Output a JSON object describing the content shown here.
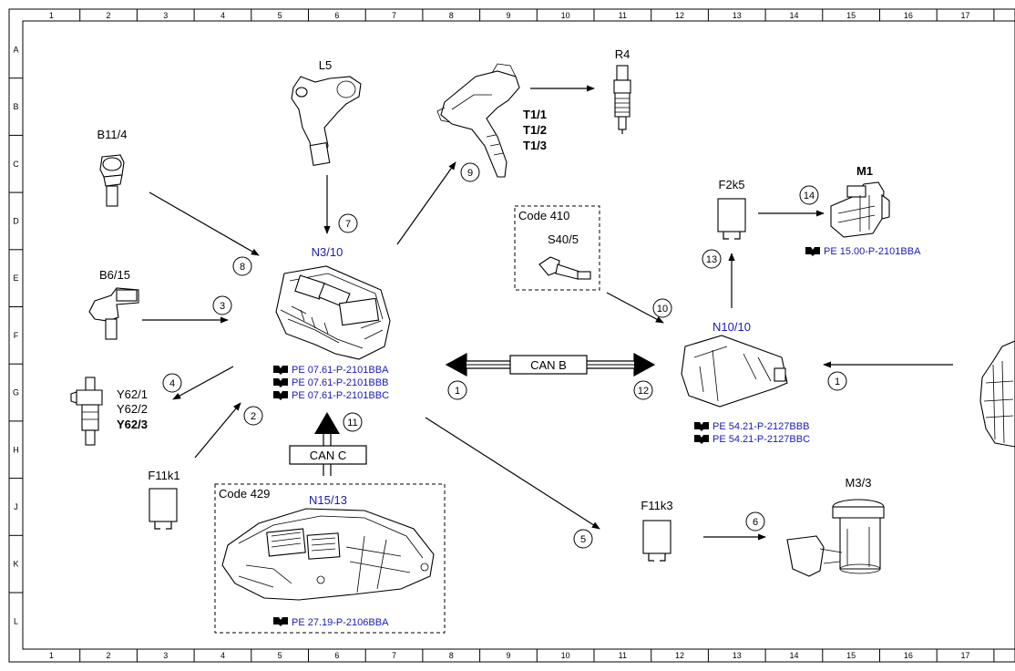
{
  "grid": {
    "columns": [
      "1",
      "2",
      "3",
      "4",
      "5",
      "6",
      "7",
      "8",
      "9",
      "10",
      "11",
      "12",
      "13",
      "14",
      "15",
      "16",
      "17"
    ],
    "rows": [
      "A",
      "B",
      "C",
      "D",
      "E",
      "F",
      "G",
      "H",
      "J",
      "K",
      "L"
    ]
  },
  "components": {
    "n3_10": "N3/10",
    "l5": "L5",
    "r4": "R4",
    "t1_1": "T1/1",
    "t1_2": "T1/2",
    "t1_3": "T1/3",
    "b11_4": "B11/4",
    "b6_15": "B6/15",
    "y62_1": "Y62/1",
    "y62_2": "Y62/2",
    "y62_3": "Y62/3",
    "f11k1": "F11k1",
    "n15_13": "N15/13",
    "s40_5": "S40/5",
    "n10_10": "N10/10",
    "f2k5": "F2k5",
    "m1": "M1",
    "f11k3": "F11k3",
    "m3_3": "M3/3"
  },
  "codes": {
    "code410": "Code 410",
    "code429": "Code 429"
  },
  "buses": {
    "can_b": "CAN B",
    "can_c": "CAN C"
  },
  "refs": {
    "n3_10_a": "PE 07.61-P-2101BBA",
    "n3_10_b": "PE 07.61-P-2101BBB",
    "n3_10_c": "PE 07.61-P-2101BBC",
    "n15_13": "PE 27.19-P-2106BBA",
    "n10_10_a": "PE 54.21-P-2127BBB",
    "n10_10_b": "PE 54.21-P-2127BBC",
    "m1": "PE 15.00-P-2101BBA"
  },
  "signals": [
    "1",
    "2",
    "3",
    "4",
    "5",
    "6",
    "7",
    "8",
    "9",
    "10",
    "11",
    "12",
    "13",
    "14"
  ]
}
